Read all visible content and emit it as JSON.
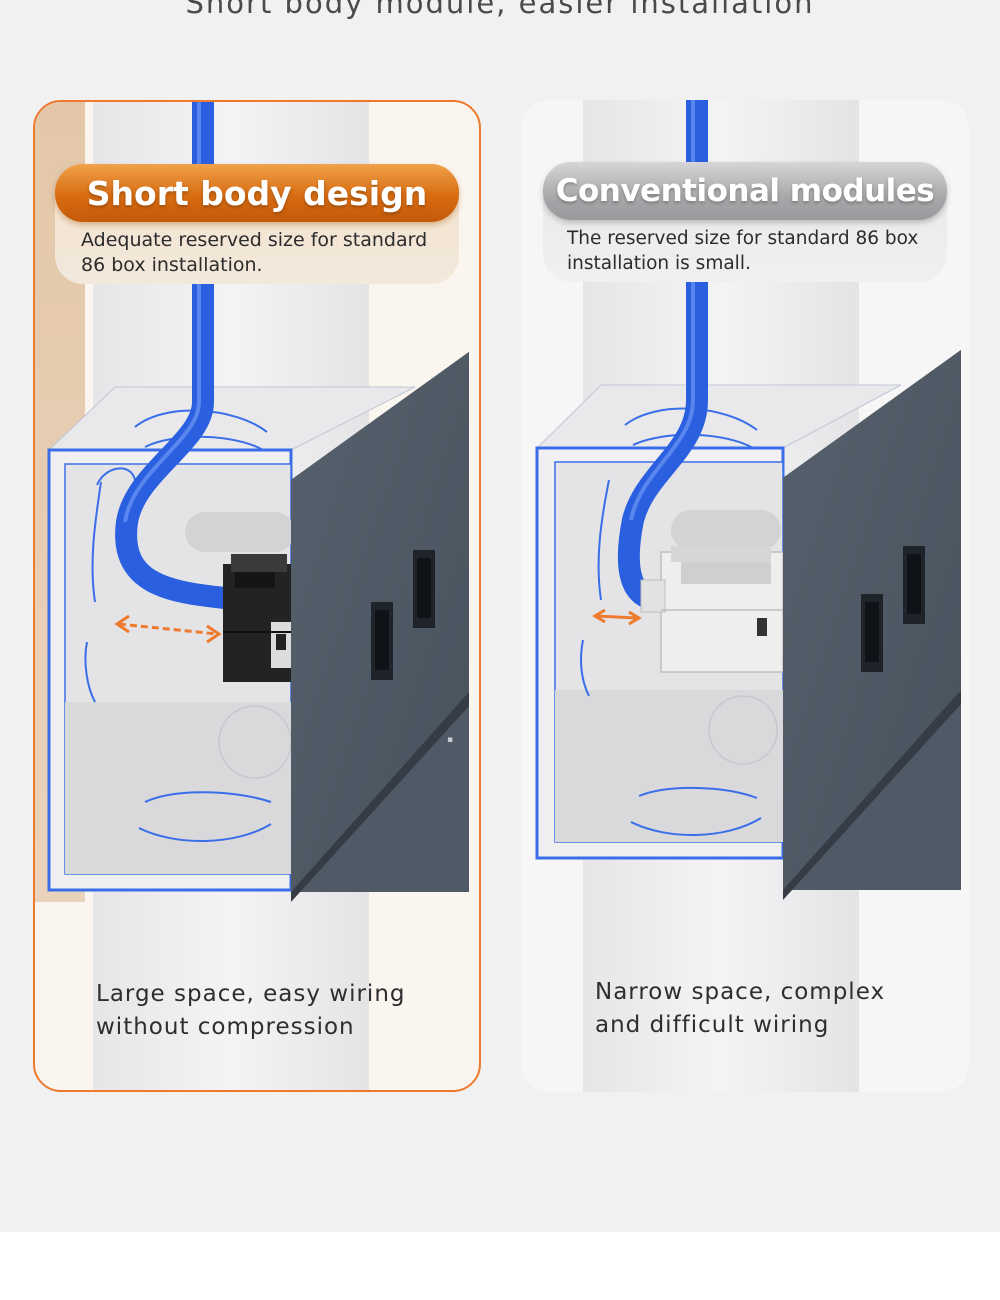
{
  "page": {
    "headline": "Short body module, easier installation"
  },
  "cards": [
    {
      "badge_title": "Short body design",
      "badge_desc_line1": "Adequate reserved size for standard",
      "badge_desc_line2": "86 box installation.",
      "caption_line1": "Large space, easy wiring",
      "caption_line2": "without compression"
    },
    {
      "badge_title": "Conventional modules",
      "badge_desc_line1": "The reserved size for standard 86 box",
      "badge_desc_line2": "installation is small.",
      "caption_line1": "Narrow space, complex",
      "caption_line2": "and difficult wiring"
    }
  ],
  "colors": {
    "accent_orange": "#ee7a2e",
    "cable_blue": "#2a5fe0",
    "panel_gray": "#4f5a66",
    "module_black": "#232323",
    "module_white": "#eeeeee"
  },
  "icons": {
    "left_spacing": "double-arrow-icon",
    "right_spacing": "double-arrow-icon"
  }
}
